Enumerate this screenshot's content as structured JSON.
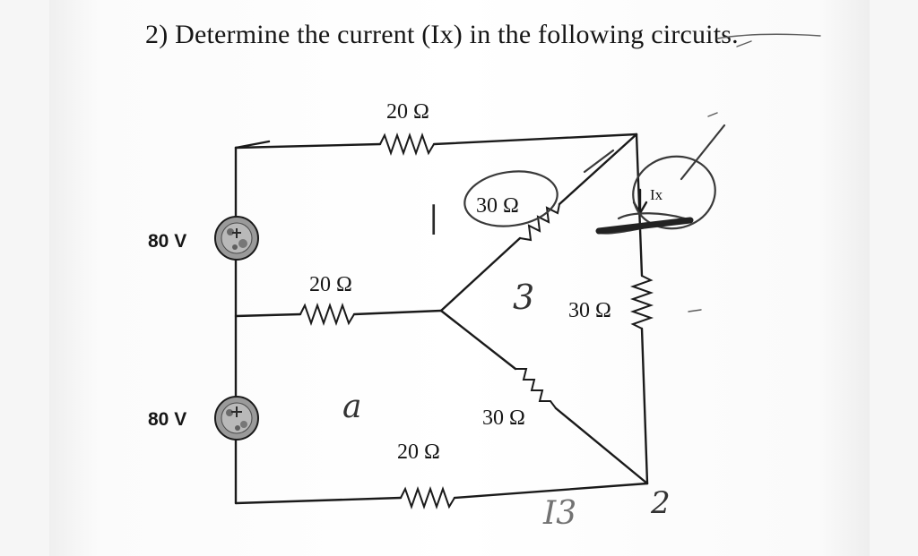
{
  "question": "2) Determine the current (Ix) in the following circuits.",
  "components": {
    "r_top": "20 Ω",
    "r_mid_left": "20 Ω",
    "r_bottom": "20 Ω",
    "r_delta_top": "30 Ω",
    "r_delta_bottom": "30 Ω",
    "r_right": "30 Ω",
    "source_top": "80 V",
    "source_bottom": "80 V",
    "current_label": "Ix"
  },
  "annotations": {
    "mark_top": "|",
    "mark_mid": "3",
    "mark_left": "a",
    "mark_bottom": "I3",
    "mark_bottom_tail": "2"
  }
}
